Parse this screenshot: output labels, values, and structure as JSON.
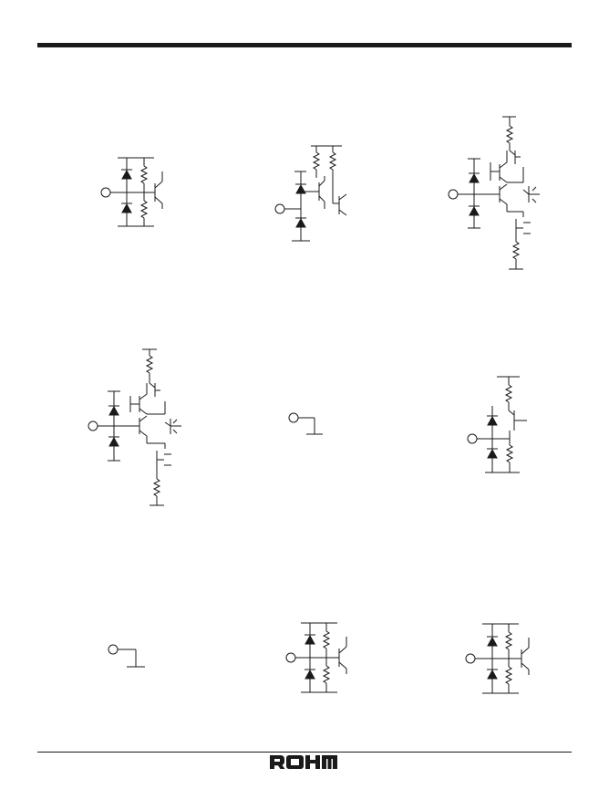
{
  "document": {
    "brand": {
      "logo_text": "ROHM",
      "logo_icon": "rohm-logo"
    },
    "colors": {
      "ink": "#1a1a1a",
      "paper": "#ffffff"
    },
    "circuits": [
      {
        "id": "circuit-1",
        "icon": "equivalent-circuit-diode-clamp-single-transistor"
      },
      {
        "id": "circuit-2",
        "icon": "equivalent-circuit-darlington-input"
      },
      {
        "id": "circuit-3",
        "icon": "equivalent-circuit-complementary-push-pull"
      },
      {
        "id": "circuit-4",
        "icon": "equivalent-circuit-complementary-push-pull"
      },
      {
        "id": "circuit-5",
        "icon": "equivalent-circuit-ground-terminal"
      },
      {
        "id": "circuit-6",
        "icon": "equivalent-circuit-emitter-follower"
      },
      {
        "id": "circuit-7",
        "icon": "equivalent-circuit-ground-terminal"
      },
      {
        "id": "circuit-8",
        "icon": "equivalent-circuit-diode-clamp-single-transistor"
      },
      {
        "id": "circuit-9",
        "icon": "equivalent-circuit-diode-clamp-single-transistor"
      }
    ]
  }
}
